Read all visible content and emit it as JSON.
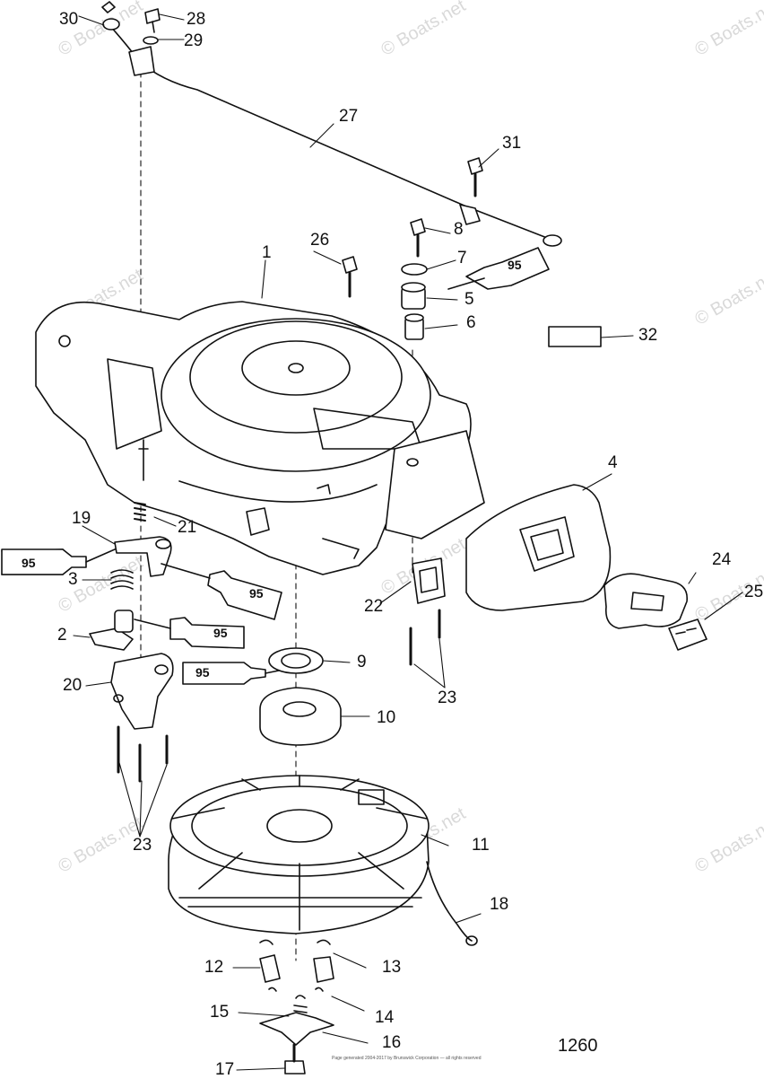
{
  "watermark": "© Boats.net",
  "figure_number": "1260",
  "tube_label": "95",
  "fine_print": "Page generated 2004-2017 by Brunswick Corporation — all rights reserved",
  "callouts": {
    "c1": "1",
    "c2": "2",
    "c3": "3",
    "c4": "4",
    "c5": "5",
    "c6": "6",
    "c7": "7",
    "c8": "8",
    "c9": "9",
    "c10": "10",
    "c11": "11",
    "c12": "12",
    "c13": "13",
    "c14": "14",
    "c15": "15",
    "c16": "16",
    "c17": "17",
    "c18": "18",
    "c19": "19",
    "c20": "20",
    "c21": "21",
    "c22": "22",
    "c23": "23",
    "c24": "24",
    "c25": "25",
    "c26": "26",
    "c27": "27",
    "c28": "28",
    "c29": "29",
    "c30": "30",
    "c31": "31",
    "c32": "32"
  }
}
